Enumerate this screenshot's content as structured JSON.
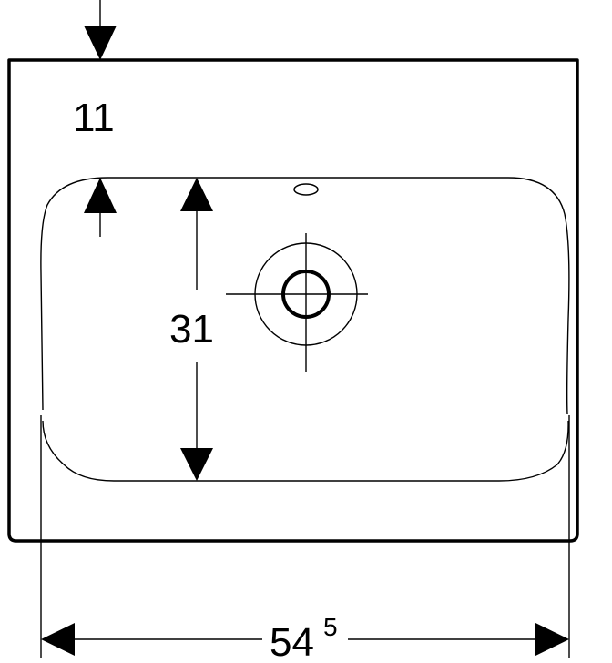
{
  "dimensions": {
    "top_offset": "11",
    "basin_depth": "31",
    "width_main": "54",
    "width_superscript": "5"
  },
  "colors": {
    "outline": "#000000",
    "background": "#ffffff"
  }
}
